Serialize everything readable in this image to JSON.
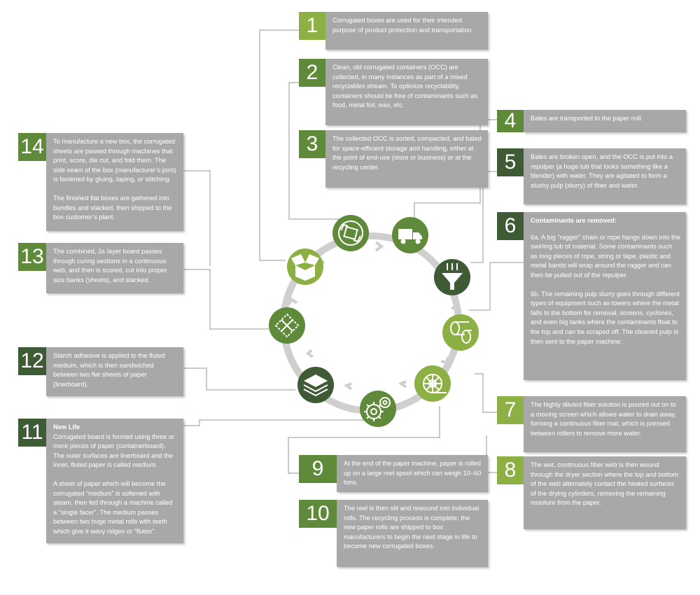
{
  "colors": {
    "light_green": "#8cb043",
    "mid_green": "#5f8a3a",
    "dark_green": "#3e5b35",
    "panel_gray": "#a8a8a8",
    "ring_gray": "#cfcfcf",
    "wire_gray": "#b8b8b8"
  },
  "steps": [
    {
      "num": "1",
      "color": "light",
      "paras": [
        "Corrugated boxes are used for their intended purpose of product protection and transportation."
      ]
    },
    {
      "num": "2",
      "color": "mid",
      "paras": [
        "Clean, old corrugated containers (OCC) are collected, in many instances as part of a mixed recyclables stream. To optimize recyclability, containers should be free of contaminants such as food, metal foil, wax, etc."
      ]
    },
    {
      "num": "3",
      "color": "mid",
      "paras": [
        "The collected OCC is sorted, compacted, and baled for space-efficient storage and handling, either at the point of end-use (store or business) or at the recycling center."
      ]
    },
    {
      "num": "4",
      "color": "mid",
      "paras": [
        "Bales are transported to the paper mill."
      ]
    },
    {
      "num": "5",
      "color": "dark",
      "paras": [
        "Bales are broken open, and the OCC is put into a repulper (a huge tub that looks something like a blender) with water. They are agitated to form a slushy pulp (slurry) of fiber and water."
      ]
    },
    {
      "num": "6",
      "color": "dark",
      "head": "Contaminants are removed:",
      "paras": [
        "6a. A big “ragger” chain or rope hangs down into the swirling tub of material. Some contaminants such as long pieces of rope, string or tape, plastic and metal bands will wrap around the ragger and can then be pulled out of the repulper.",
        "6b. The remaining pulp slurry goes through different types of equipment such as towers where the metal falls to the bottom for removal, screens, cyclones, and even big tanks where the contaminants float to the top and can be scraped off. The cleaned pulp is then sent to the paper machine."
      ]
    },
    {
      "num": "7",
      "color": "light",
      "paras": [
        "The highly diluted fiber solution is poured out on to a moving screen which allows water to drain away, forming a continuous fiber mat, which is pressed between rollers to remove more water."
      ]
    },
    {
      "num": "8",
      "color": "light",
      "paras": [
        "The wet, continuous fiber web is then wound through the dryer section where the top and bottom of the web alternately contact the heated surfaces of the drying cylinders, removing the remaining moisture from the paper."
      ]
    },
    {
      "num": "9",
      "color": "mid",
      "paras": [
        "At the end of the paper machine, paper is rolled up on a large reel spool which can weigh 10–60 tons."
      ]
    },
    {
      "num": "10",
      "color": "mid",
      "paras": [
        "The reel is then slit and rewound into individual rolls. The recycling process is complete; the new paper rolls are shipped to box manufacturers to begin the next stage in life to become new corrugated boxes."
      ]
    },
    {
      "num": "11",
      "color": "dark",
      "head": "New Life",
      "paras": [
        "Corrugated board is formed using three or more pieces of paper (containerboard). The outer surfaces are linerboard and the inner, fluted paper is called medium.",
        "A sheet of paper which will become the corrugated “medium” is softened with steam, then fed through a machine called a “single facer”. The medium passes between two huge metal rolls with teeth which give it wavy ridges or “flutes”."
      ]
    },
    {
      "num": "12",
      "color": "dark",
      "paras": [
        "Starch adhesive is applied to the fluted medium, which is then sandwiched between two flat sheets of paper (linerboard)."
      ]
    },
    {
      "num": "13",
      "color": "mid",
      "paras": [
        "The combined, 3± layer board passes through curing sections in a continuous web, and then is scored, cut into proper size banks (sheets), and stacked."
      ]
    },
    {
      "num": "14",
      "color": "mid",
      "paras": [
        "To manufacture a new box, the corrugated sheets are passed through machines that print, score, die cut, and fold them. The side seam of the box (manufacturer’s joint) is fastened by gluing, taping, or stitching.",
        "The finished flat boxes are gathered into bundles and stacked, then shipped to the box customer’s plant."
      ]
    }
  ],
  "cycle_icons": [
    {
      "name": "recycle-icon",
      "color": "mid"
    },
    {
      "name": "truck-icon",
      "color": "mid"
    },
    {
      "name": "filter-funnel-icon",
      "color": "dark"
    },
    {
      "name": "paper-rolls-icon",
      "color": "light"
    },
    {
      "name": "paper-reel-icon",
      "color": "light"
    },
    {
      "name": "gears-icon",
      "color": "mid"
    },
    {
      "name": "layers-icon",
      "color": "dark"
    },
    {
      "name": "flat-box-icon",
      "color": "mid"
    },
    {
      "name": "open-box-icon",
      "color": "light"
    }
  ]
}
